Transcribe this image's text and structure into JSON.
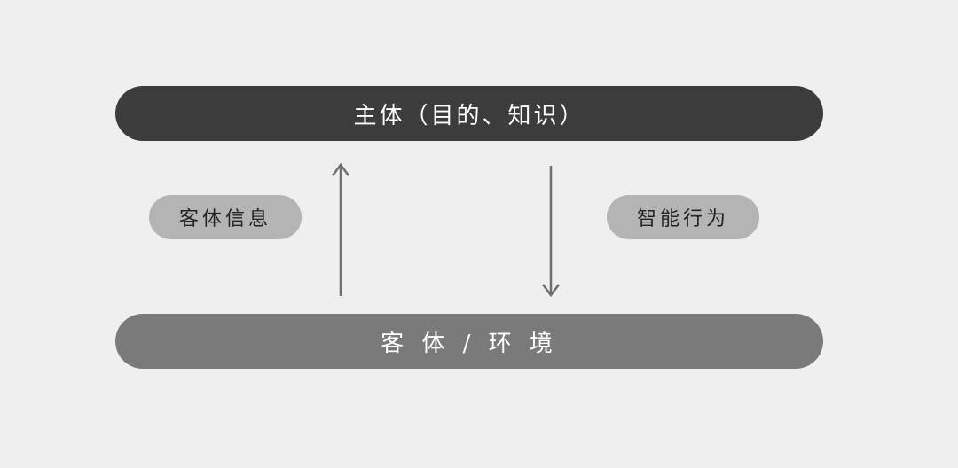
{
  "subject": {
    "label": "主体（目的、知识）",
    "color": "#3c3c3c"
  },
  "object": {
    "label": "客 体 / 环 境",
    "color": "#7a7a7a"
  },
  "left_tag": {
    "label": "客体信息",
    "color": "#b4b4b4"
  },
  "right_tag": {
    "label": "智能行为",
    "color": "#b4b4b4"
  },
  "arrow_color": "#6e6e6e"
}
